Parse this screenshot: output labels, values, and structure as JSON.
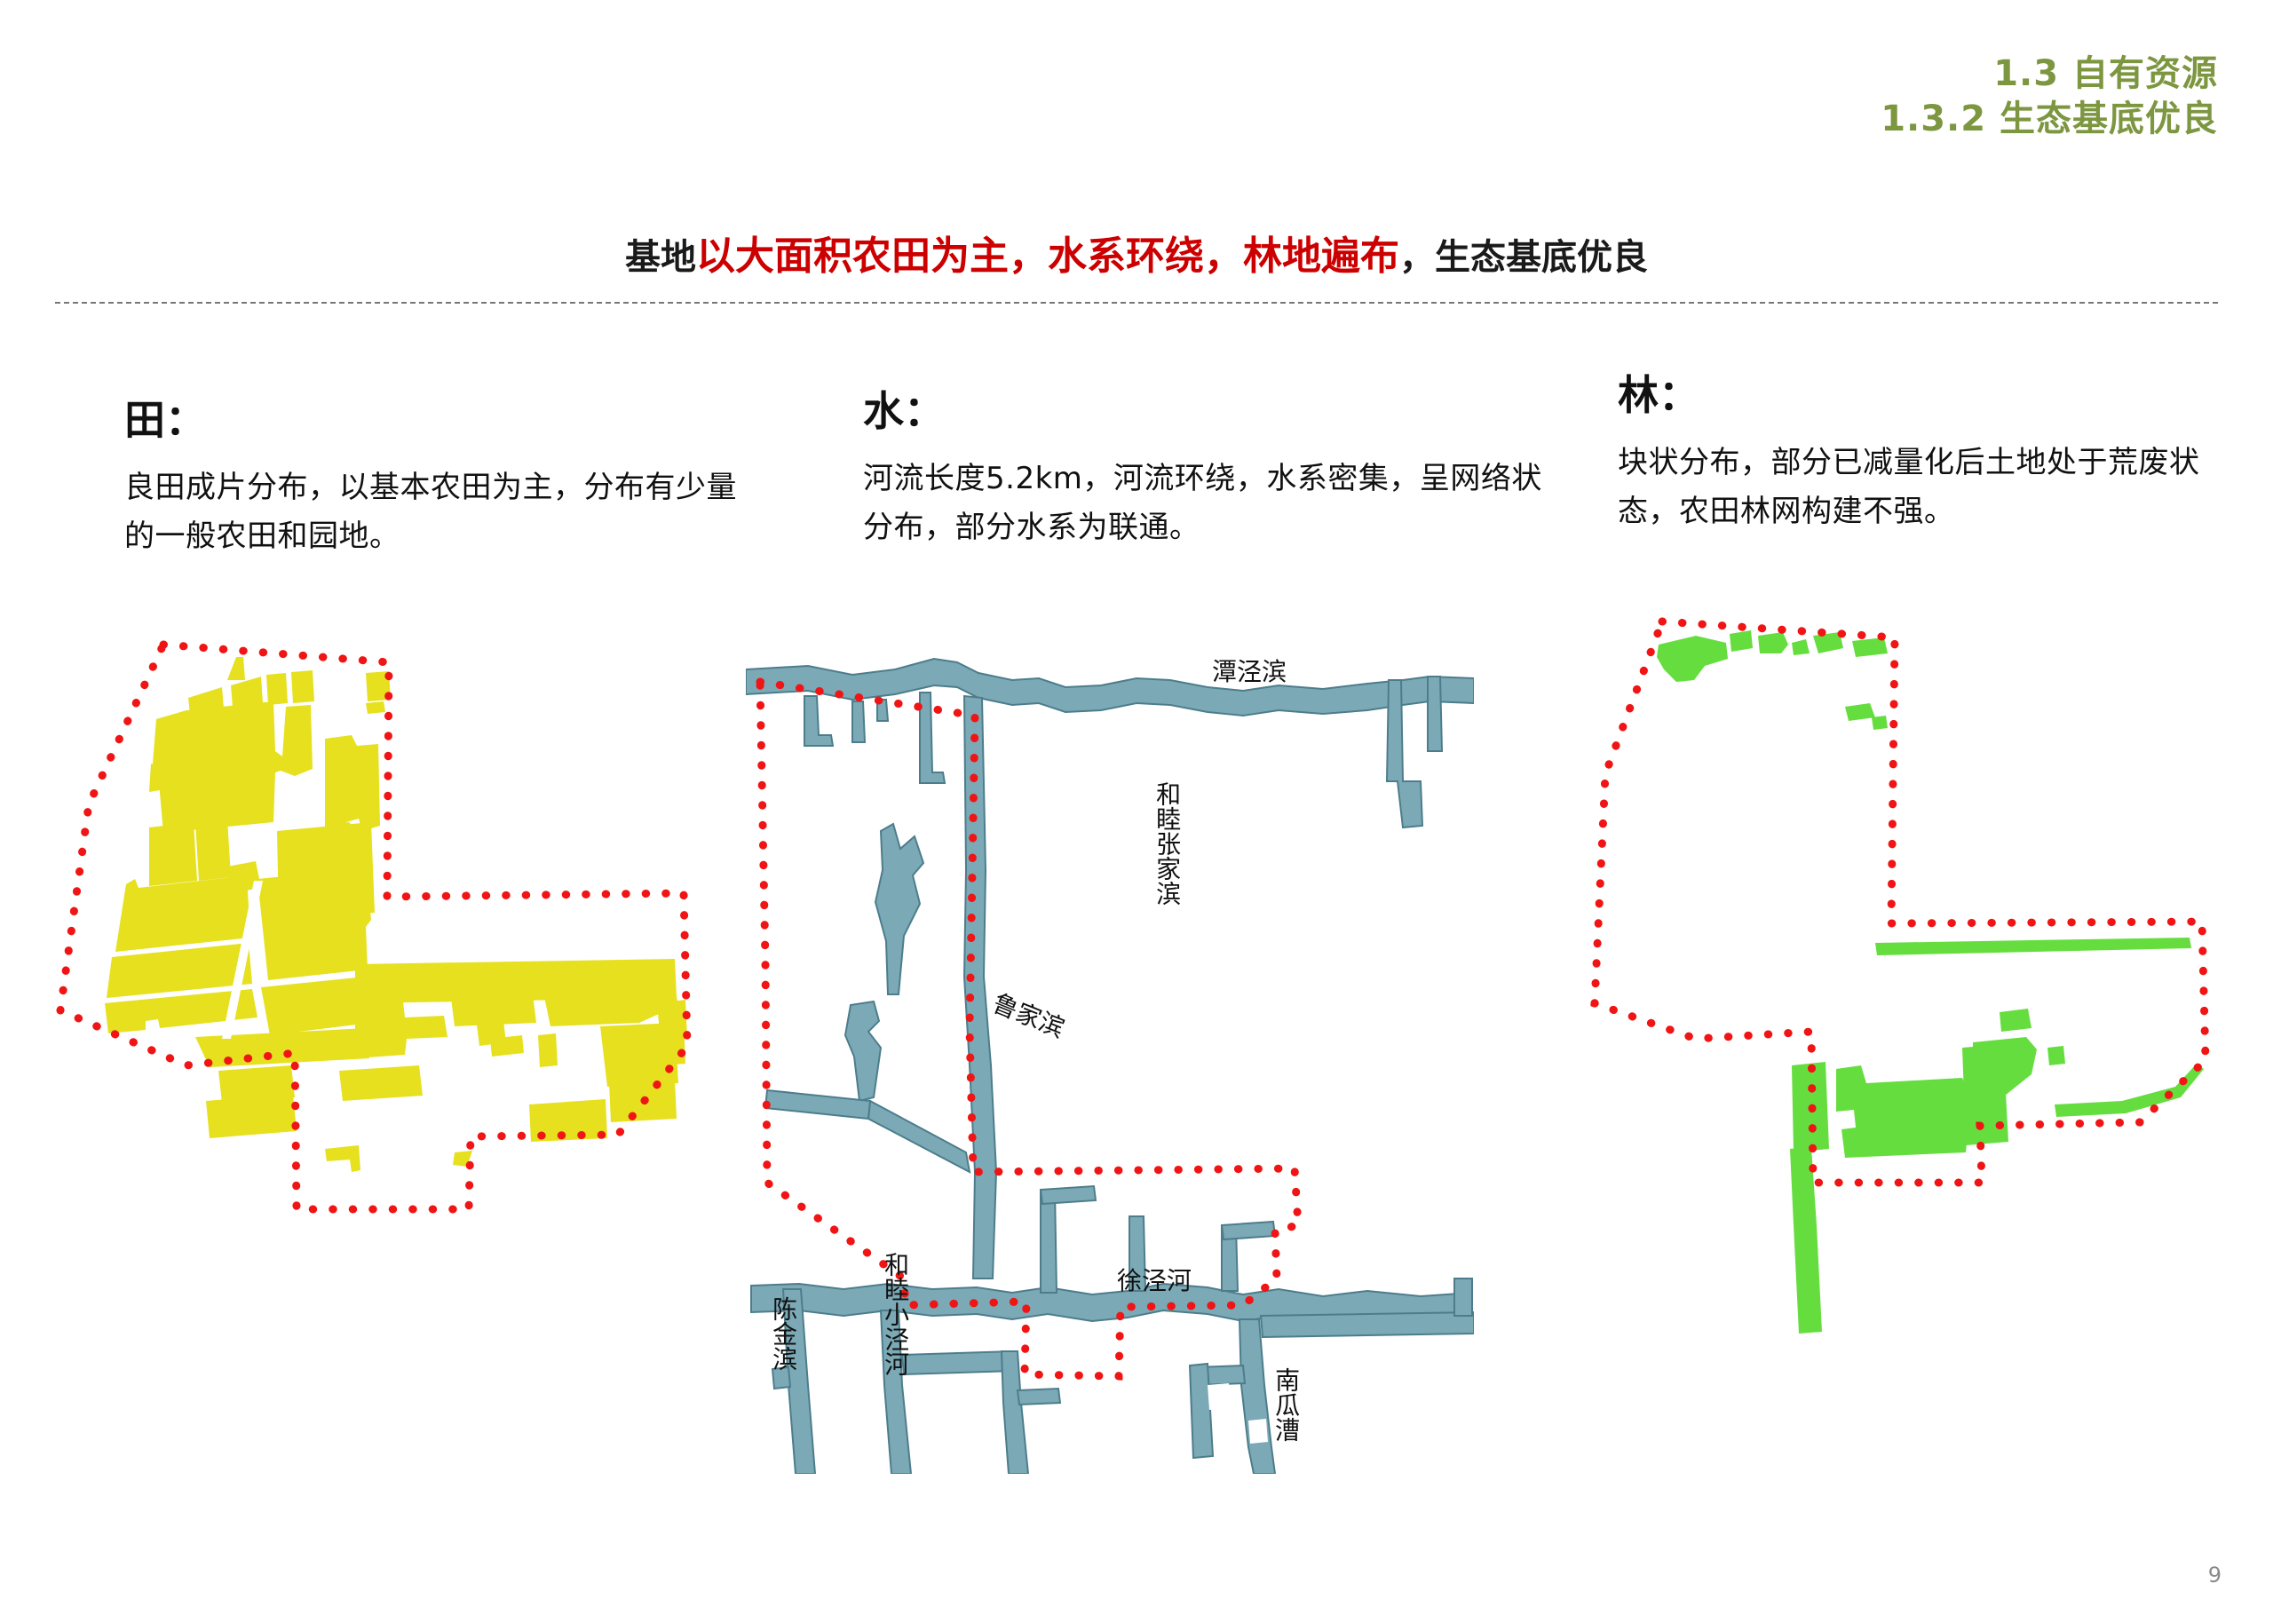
{
  "section_header": {
    "line1": "1.3 自有资源",
    "line2": "1.3.2 生态基底优良",
    "color": "#7d9640"
  },
  "main_title": {
    "prefix": "基地",
    "emphasis": "以大面积农田为主，水系环绕，林地遍布",
    "suffix": "，生态基底优良",
    "emphasis_color": "#cc0000",
    "base_color": "#1a1a1a"
  },
  "columns": [
    {
      "key": "farmland",
      "heading": "田：",
      "body": "良田成片分布，以基本农田为主，分布有少量的一般农田和园地。",
      "fill_color": "#e6e01f"
    },
    {
      "key": "water",
      "heading": "水：",
      "body": "河流长度5.2km，河流环绕，水系密集，呈网络状分布，部分水系为联通。",
      "fill_color": "#7ba9b6"
    },
    {
      "key": "forest",
      "heading": "林：",
      "body": "块状分布，部分已减量化后土地处于荒废状态，农田林网构建不强。",
      "fill_color": "#66dd3f"
    }
  ],
  "water_labels": [
    {
      "text": "潭泾滨",
      "orientation": "horizontal"
    },
    {
      "text": "和睦张家滨",
      "orientation": "vertical"
    },
    {
      "text": "鲁家滨",
      "orientation": "diagonal"
    },
    {
      "text": "陈金滨",
      "orientation": "vertical"
    },
    {
      "text": "和睦小泾河",
      "orientation": "vertical"
    },
    {
      "text": "徐泾河",
      "orientation": "horizontal"
    },
    {
      "text": "南瓜漕",
      "orientation": "vertical"
    }
  ],
  "boundary": {
    "color": "#f01414",
    "style": "dotted"
  },
  "page_number": "9"
}
